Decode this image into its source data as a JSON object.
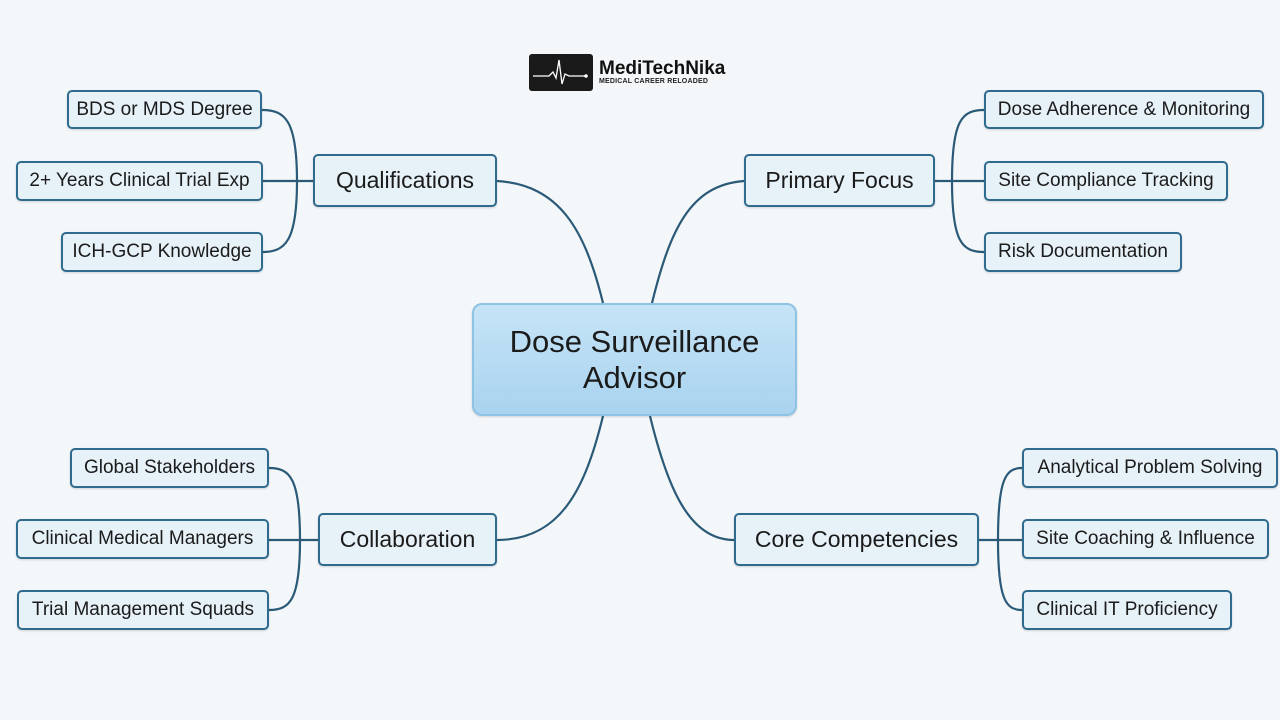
{
  "logo": {
    "name": "MediTechNika",
    "tagline": "MEDICAL CAREER RELOADED"
  },
  "center": {
    "line1": "Dose Surveillance",
    "line2": "Advisor"
  },
  "branches": {
    "qualifications": {
      "label": "Qualifications",
      "items": [
        "BDS or MDS Degree",
        "2+ Years Clinical Trial Exp",
        "ICH-GCP Knowledge"
      ]
    },
    "primary_focus": {
      "label": "Primary Focus",
      "items": [
        "Dose Adherence & Monitoring",
        "Site Compliance Tracking",
        "Risk Documentation"
      ]
    },
    "collaboration": {
      "label": "Collaboration",
      "items": [
        "Global Stakeholders",
        "Clinical Medical Managers",
        "Trial Management Squads"
      ]
    },
    "core_competencies": {
      "label": "Core Competencies",
      "items": [
        "Analytical Problem Solving",
        "Site Coaching & Influence",
        "Clinical IT Proficiency"
      ]
    }
  },
  "colors": {
    "line": "#2a5a78",
    "node_border": "#2f6b8e",
    "node_fill": "#e7f1f8",
    "center_fill": "#b6dbf2"
  }
}
